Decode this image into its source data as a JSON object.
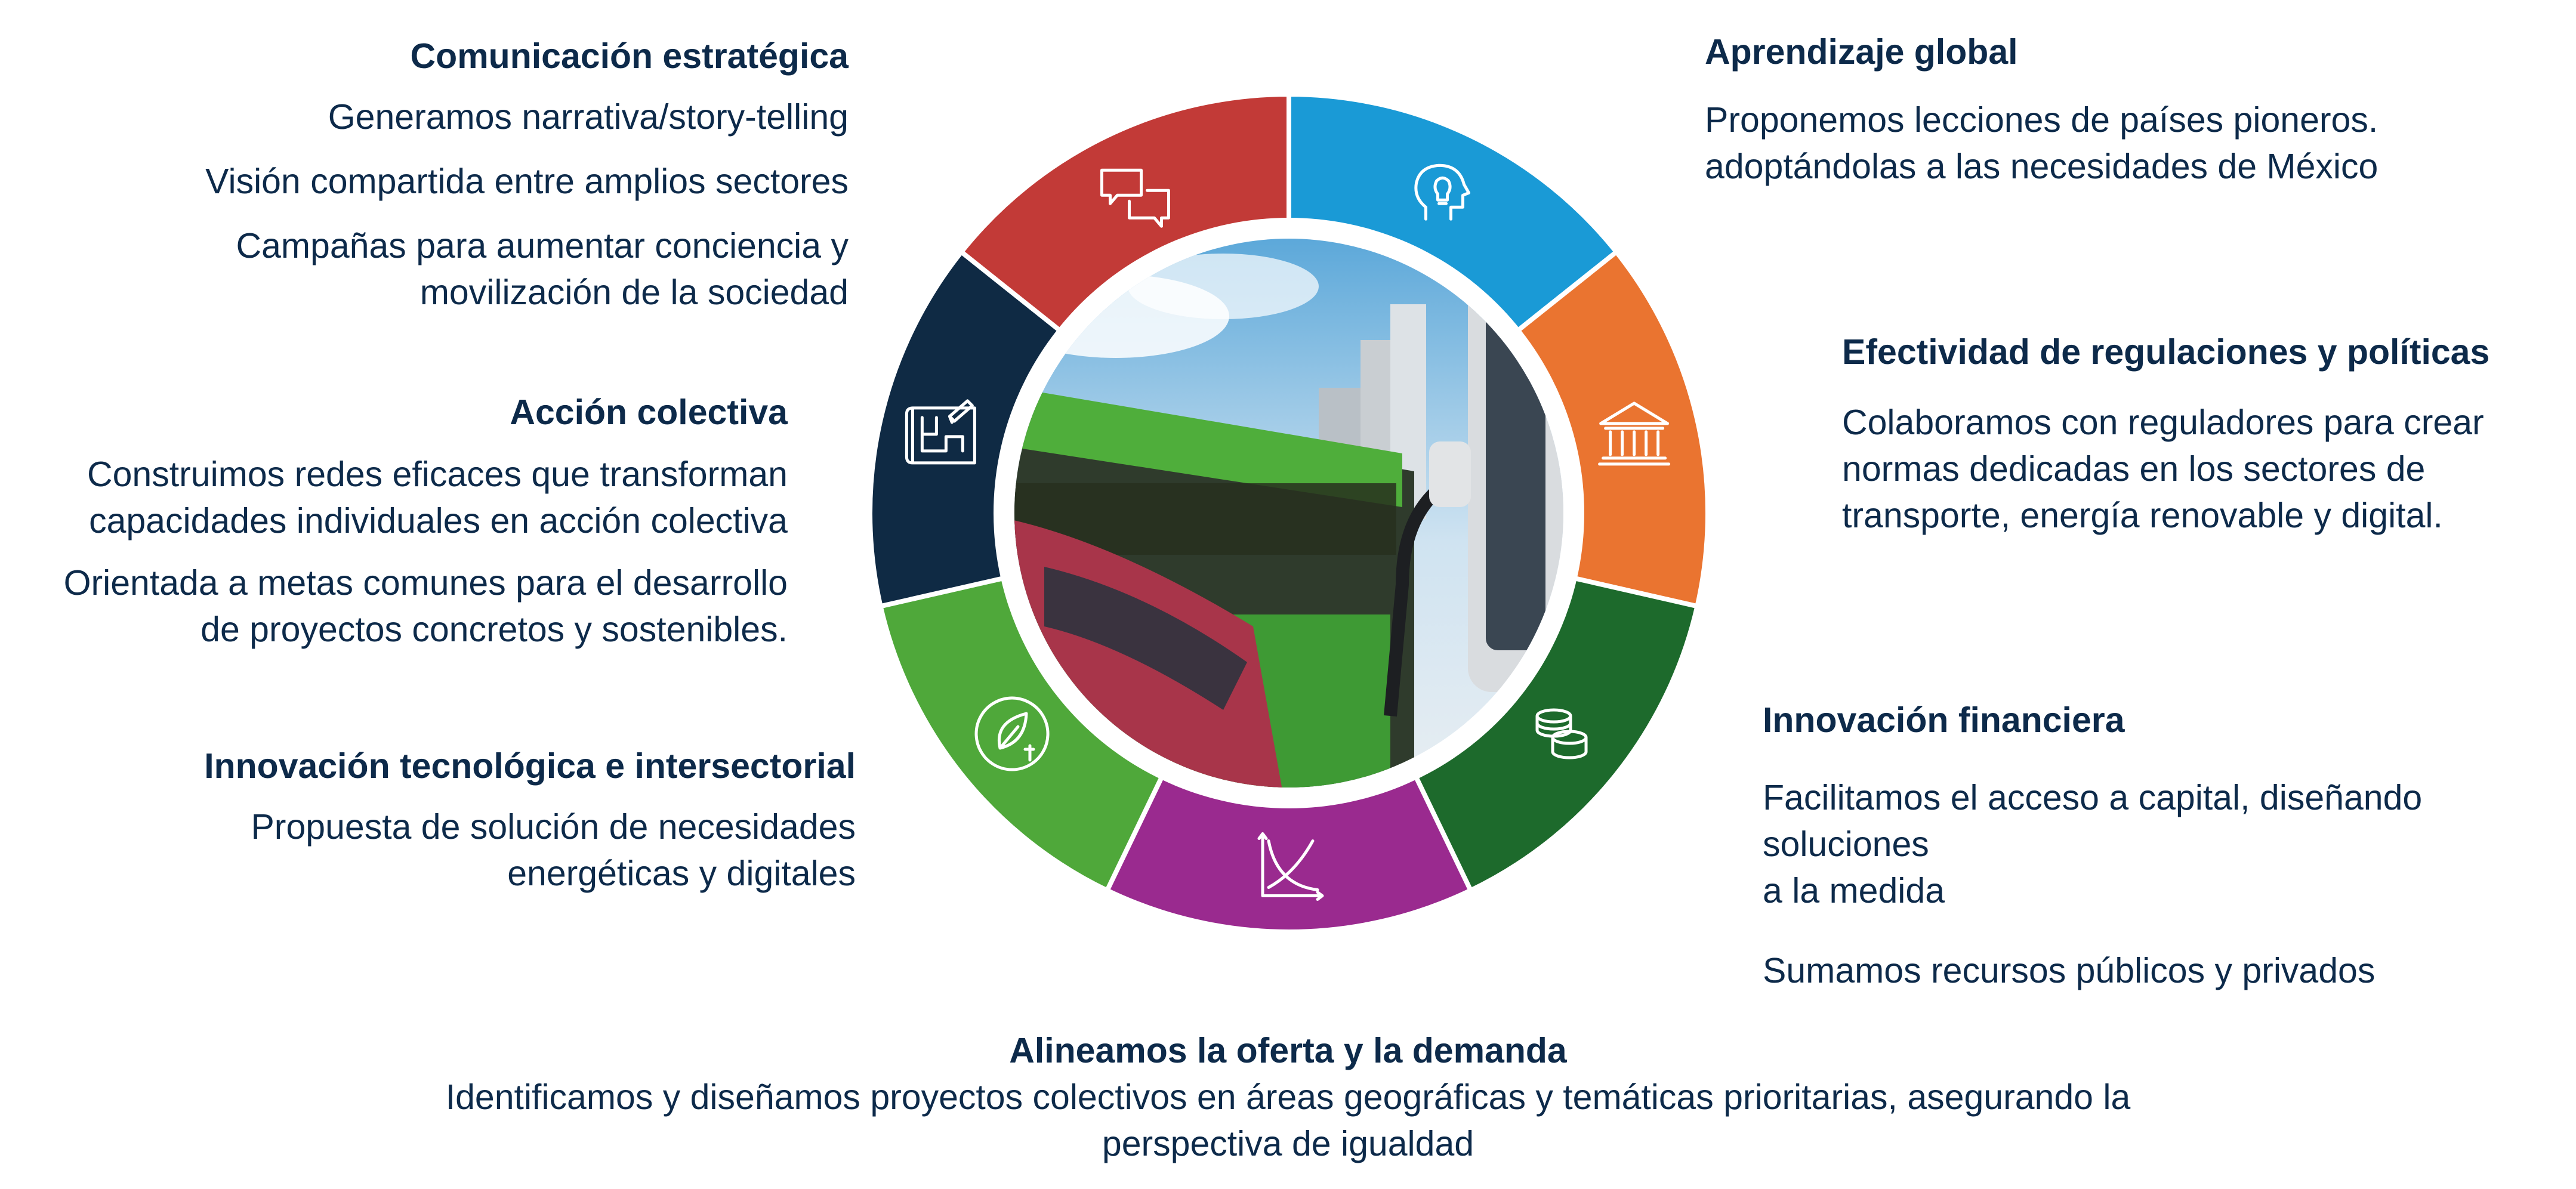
{
  "colors": {
    "text": "#0d2a4a",
    "comunicacion": "#c23a37",
    "aprendizaje": "#1a9ad6",
    "regulaciones": "#ea7430",
    "financiera": "#1d6a2c",
    "oferta_demanda": "#9a2a8f",
    "tecnologica": "#4fa83a",
    "colectiva": "#0f2a44"
  },
  "segments": [
    {
      "key": "aprendizaje",
      "icon": "lightbulb-head-icon"
    },
    {
      "key": "regulaciones",
      "icon": "bank-building-icon"
    },
    {
      "key": "financiera",
      "icon": "coins-icon"
    },
    {
      "key": "oferta_demanda",
      "icon": "supply-demand-chart-icon"
    },
    {
      "key": "tecnologica",
      "icon": "leaf-plug-icon"
    },
    {
      "key": "colectiva",
      "icon": "blueprint-icon"
    },
    {
      "key": "comunicacion",
      "icon": "chat-bubbles-icon"
    }
  ],
  "center_image": "ev-charging-station-photo",
  "comunicacion": {
    "title": "Comunicación estratégica",
    "lines": [
      "Generamos narrativa/story-telling",
      "Visión compartida entre amplios sectores",
      "Campañas para aumentar conciencia y",
      "movilización de la sociedad"
    ]
  },
  "colectiva": {
    "title": "Acción colectiva",
    "lines": [
      "Construimos redes eficaces que transforman",
      "capacidades individuales en acción colectiva",
      "Orientada a metas comunes para el desarrollo",
      "de proyectos concretos y sostenibles."
    ]
  },
  "tecnologica": {
    "title": "Innovación tecnológica e intersectorial",
    "lines": [
      "Propuesta de solución de necesidades",
      "energéticas y digitales"
    ]
  },
  "aprendizaje": {
    "title": "Aprendizaje global",
    "lines": [
      "Proponemos lecciones de países pioneros.",
      "adoptándolas a las necesidades de México"
    ]
  },
  "regulaciones": {
    "title": "Efectividad de regulaciones y políticas",
    "lines": [
      "Colaboramos con reguladores para crear",
      "normas dedicadas en los sectores de",
      "transporte, energía renovable y digital."
    ]
  },
  "financiera": {
    "title": "Innovación financiera",
    "lines": [
      "Facilitamos el acceso a capital, diseñando soluciones",
      "a la medida",
      "Sumamos recursos públicos y privados"
    ]
  },
  "oferta_demanda": {
    "title": "Alineamos la oferta y la demanda",
    "lines": [
      "Identificamos y diseñamos proyectos colectivos en áreas geográficas y temáticas prioritarias, asegurando la",
      "perspectiva de igualdad"
    ]
  }
}
